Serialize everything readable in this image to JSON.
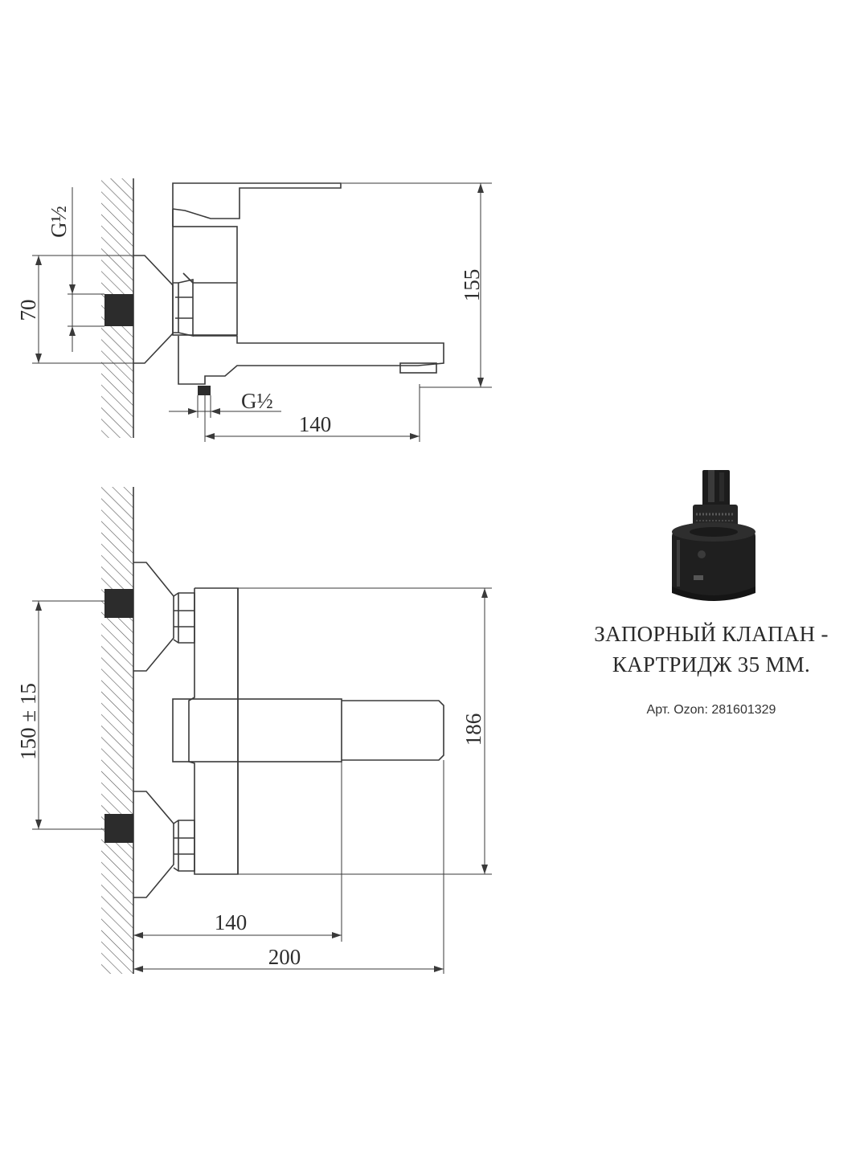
{
  "drawing": {
    "side_view": {
      "thread_inlet": "G½",
      "thread_outlet": "G½",
      "dim_height": "70",
      "dim_total_height": "155",
      "dim_reach": "140"
    },
    "top_view": {
      "dim_centers": "150 ± 15",
      "dim_depth": "186",
      "dim_reach_spout": "140",
      "dim_reach_total": "200"
    }
  },
  "product": {
    "caption_line1": "ЗАПОРНЫЙ КЛАПАН -",
    "caption_line2": "КАРТРИДЖ 35 ММ.",
    "article": "Арт. Ozon: 281601329"
  },
  "colors": {
    "line": "#3a3a3a",
    "fill_dark": "#2c2c2c"
  }
}
